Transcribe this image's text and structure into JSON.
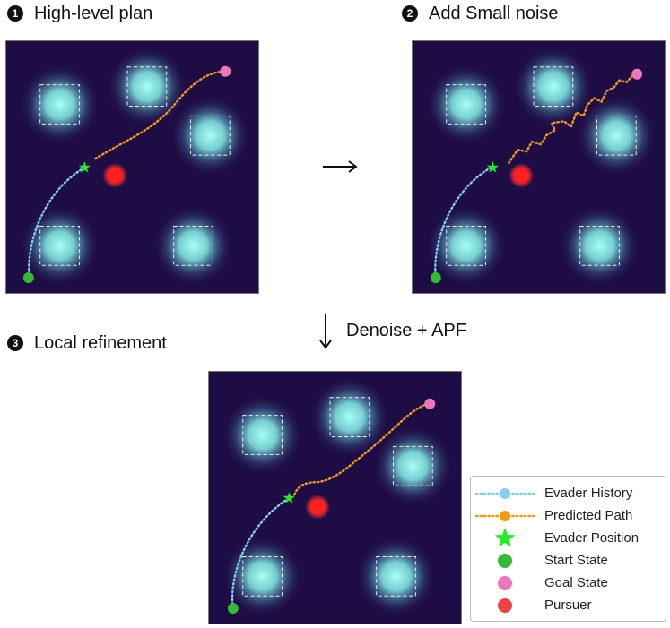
{
  "steps": [
    {
      "number": "1",
      "title": "High-level plan"
    },
    {
      "number": "2",
      "title": "Add Small noise"
    },
    {
      "number": "3",
      "title": "Local refinement"
    }
  ],
  "denoise_label": "Denoise + APF",
  "legend": {
    "items": [
      {
        "label": "Evader History",
        "icon": "dotted-line-circle-icon",
        "color": "#87ceeb"
      },
      {
        "label": "Predicted Path",
        "icon": "dotted-line-circle-icon",
        "color": "#f39c12"
      },
      {
        "label": "Evader Position",
        "icon": "star-icon",
        "color": "#22ee22"
      },
      {
        "label": "Start State",
        "icon": "circle-icon",
        "color": "#33bb33"
      },
      {
        "label": "Goal State",
        "icon": "circle-icon",
        "color": "#ee77bb"
      },
      {
        "label": "Pursuer",
        "icon": "circle-icon",
        "color": "#ee4444"
      }
    ]
  },
  "colors": {
    "background": "#1e0c44",
    "obstacle": "#8ff0ea",
    "evader_history": "#87ceeb",
    "predicted_path": "#f39c12",
    "evader_position": "#22ee22",
    "start_state": "#33bb33",
    "goal_state": "#ee77bb",
    "pursuer": "#ee2222"
  }
}
